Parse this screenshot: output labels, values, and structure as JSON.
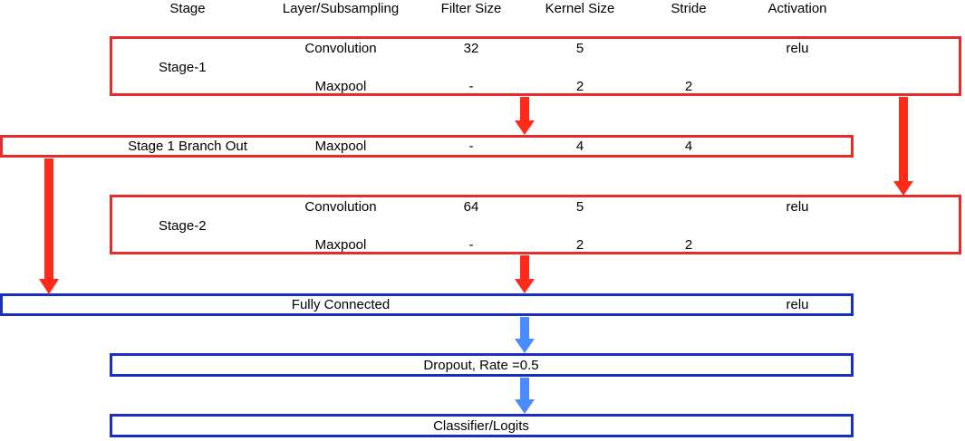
{
  "colors": {
    "red_box": "#e52b2b",
    "blue_box": "#1a2fbf",
    "red_arrow": "#ff2a1a",
    "blue_arrow": "#4a8cff"
  },
  "headers": {
    "stage": "Stage",
    "layer": "Layer/Subsampling",
    "filter": "Filter Size",
    "kernel": "Kernel Size",
    "stride": "Stride",
    "activation": "Activation"
  },
  "stage1": {
    "name": "Stage-1",
    "conv": {
      "layer": "Convolution",
      "filter": "32",
      "kernel": "5",
      "stride": "",
      "activation": "relu"
    },
    "pool": {
      "layer": "Maxpool",
      "filter": "-",
      "kernel": "2",
      "stride": "2",
      "activation": ""
    }
  },
  "branch": {
    "name": "Stage 1 Branch Out",
    "layer": "Maxpool",
    "filter": "-",
    "kernel": "4",
    "stride": "4"
  },
  "stage2": {
    "name": "Stage-2",
    "conv": {
      "layer": "Convolution",
      "filter": "64",
      "kernel": "5",
      "stride": "",
      "activation": "relu"
    },
    "pool": {
      "layer": "Maxpool",
      "filter": "-",
      "kernel": "2",
      "stride": "2",
      "activation": ""
    }
  },
  "fc": {
    "name": "Fully Connected",
    "activation": "relu"
  },
  "dropout": {
    "name": "Dropout, Rate =0.5"
  },
  "classifier": {
    "name": "Classifier/Logits"
  }
}
